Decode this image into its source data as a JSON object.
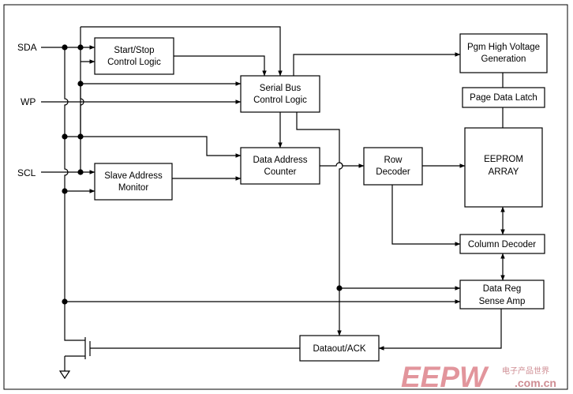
{
  "pins": {
    "sda": "SDA",
    "wp": "WP",
    "scl": "SCL"
  },
  "blocks": {
    "start_stop": [
      "Start/Stop",
      "Control Logic"
    ],
    "serial_bus": [
      "Serial Bus",
      "Control Logic"
    ],
    "slave_address": [
      "Slave Address",
      "Monitor"
    ],
    "data_address": [
      "Data Address",
      "Counter"
    ],
    "row_decoder": [
      "Row",
      "Decoder"
    ],
    "pgm_hv": [
      "Pgm High Voltage",
      "Generation"
    ],
    "page_latch": [
      "Page Data Latch"
    ],
    "eeprom": [
      "EEPROM",
      "ARRAY"
    ],
    "column_decoder": [
      "Column Decoder"
    ],
    "data_reg": [
      "Data Reg",
      "Sense Amp"
    ],
    "dataout": [
      "Dataout/ACK"
    ]
  },
  "watermark": {
    "logo": "EEPW",
    "tagline": "电子产品世界",
    "url": ".com.cn",
    "colors": {
      "logo": "#e2959c",
      "tagline": "#cf8d93"
    }
  }
}
